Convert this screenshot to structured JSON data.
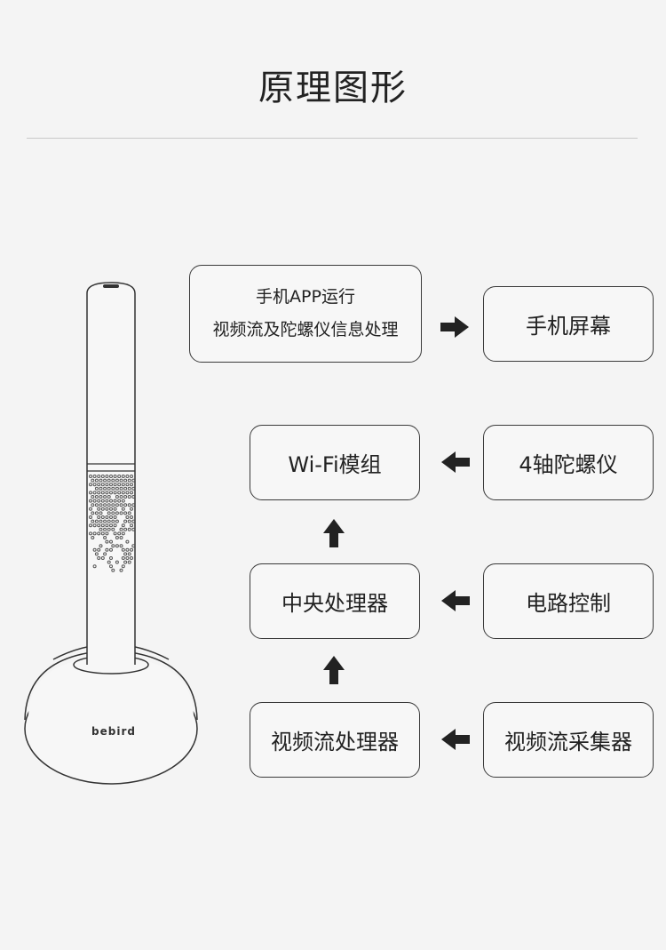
{
  "title": "原理图形",
  "device": {
    "brand": "bebird"
  },
  "boxes": {
    "app_line1": "手机APP运行",
    "app_line2": "视频流及陀螺仪信息处理",
    "screen": "手机屏幕",
    "wifi": "Wi-Fi模组",
    "gyro": "4轴陀螺仪",
    "cpu": "中央处理器",
    "circuit": "电路控制",
    "video_proc": "视频流处理器",
    "video_cap": "视频流采集器"
  },
  "colors": {
    "border": "#3a3a3a",
    "arrow": "#222222",
    "background": "#f4f4f4"
  },
  "icons": {
    "flow_arrow": "arrow-icon"
  }
}
